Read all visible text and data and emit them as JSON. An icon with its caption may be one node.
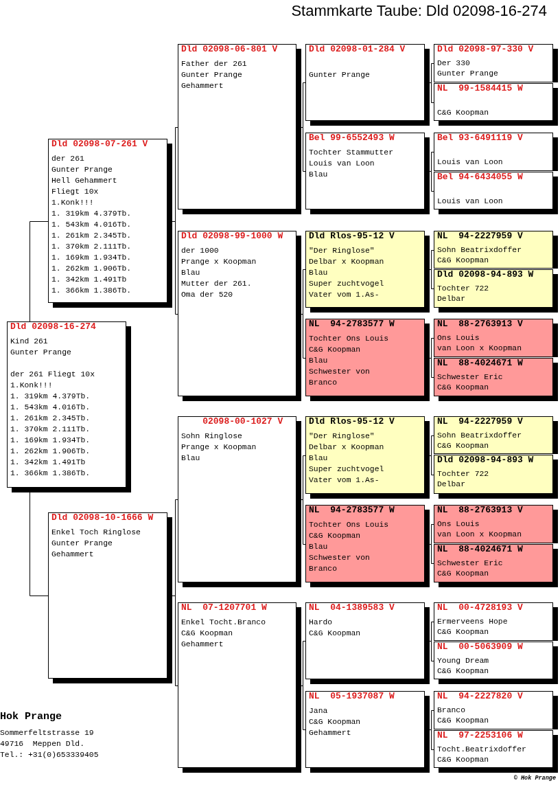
{
  "diagram": {
    "title": "Stammkarte Taube: Dld 02098-16-274",
    "nodes": [
      {
        "text": [
          "Dld 02098-16-274",
          "Kind 261",
          "Gunter Prange",
          "der 261 Fliegt 10x",
          "1.Konk!!!",
          "1. 319km 4.379Tb.",
          "1. 543km 4.016Tb.",
          "1. 261km 2.345Tb.",
          "1. 370km 2.111Tb.",
          "1. 169km 1.934Tb.",
          "1. 262km 1.906Tb.",
          "1. 342km 1.491Tb",
          "1. 366km 1.386Tb."
        ]
      },
      {
        "text": [
          "Dld 02098-07-261 V",
          "der 261",
          "Gunter Prange",
          "Hell Gehammert",
          "Fliegt 10x",
          "1.Konk!!!",
          "1. 319km 4.379Tb.",
          "1. 543km 4.016Tb.",
          "1. 261km 2.345Tb.",
          "1. 370km 2.111Tb.",
          "1. 169km 1.934Tb.",
          "1. 262km 1.906Tb.",
          "1. 342km 1.491Tb",
          "1. 366km 1.386Tb."
        ]
      },
      {
        "text": [
          "Dld 02098-10-1666 W",
          "Enkel Toch Ringlose",
          "Gunter Prange",
          "Gehammert"
        ]
      },
      {
        "text": [
          "Dld 02098-06-801 V",
          "Father der 261",
          "Gunter Prange",
          "Gehammert"
        ]
      },
      {
        "text": [
          "Dld 02098-99-1000 W",
          "der 1000",
          "Prange x Koopman",
          "Blau",
          "Mutter der 261.",
          "Oma der 520"
        ]
      },
      {
        "text": [
          "02098-00-1027 V",
          "Sohn Ringlose",
          "Prange x Koopman",
          "Blau"
        ]
      },
      {
        "text": [
          "NL  07-1207701 W",
          "Enkel Tocht.Branco",
          "C&G Koopman",
          "Gehammert"
        ]
      },
      {
        "text": [
          "Dld 02098-01-284 V",
          "Gunter Prange"
        ]
      },
      {
        "text": [
          "Bel 99-6552493 W",
          "Tochter Stammutter",
          "Louis van Loon",
          "Blau"
        ]
      },
      {
        "text": [
          "Dld Rlos-95-12 V",
          "\"Der Ringlose\"",
          "Delbar x Koopman",
          "Blau",
          "Super zuchtvogel",
          "Vater vom 1.As-"
        ]
      },
      {
        "text": [
          "NL  94-2783577 W",
          "Tochter Ons Louis",
          "C&G Koopman",
          "Blau",
          "Schwester von Branco"
        ]
      },
      {
        "text": [
          "Dld Rlos-95-12 V",
          "\"Der Ringlose\"",
          "Delbar x Koopman",
          "Blau",
          "Super zuchtvogel",
          "Vater vom 1.As-"
        ]
      },
      {
        "text": [
          "NL  94-2783577 W",
          "Tochter Ons Louis",
          "C&G Koopman",
          "Blau",
          "Schwester von Branco"
        ]
      },
      {
        "text": [
          "NL  04-1389583 V",
          "Hardo",
          "C&G Koopman"
        ]
      },
      {
        "text": [
          "NL  05-1937087 W",
          "Jana",
          "C&G Koopman",
          "Gehammert"
        ]
      },
      {
        "text": [
          "Dld 02098-97-330 V",
          "Der 330",
          "Gunter Prange"
        ]
      },
      {
        "text": [
          "NL  99-1584415 W",
          "C&G Koopman"
        ]
      },
      {
        "text": [
          "Bel 93-6491119 V",
          "Louis van Loon"
        ]
      },
      {
        "text": [
          "Bel 94-6434055 W",
          "Louis van Loon"
        ]
      },
      {
        "text": [
          "NL  94-2227959 V",
          "Sohn Beatrixdoffer",
          "C&G Koopman"
        ]
      },
      {
        "text": [
          "Dld 02098-94-893 W",
          "Tochter 722",
          "Delbar"
        ]
      },
      {
        "text": [
          "NL  88-2763913 V",
          "Ons Louis",
          "van Loon x Koopman"
        ]
      },
      {
        "text": [
          "NL  88-4024671 W",
          "Schwester Eric",
          "C&G Koopman"
        ]
      },
      {
        "text": [
          "NL  94-2227959 V",
          "Sohn Beatrixdoffer",
          "C&G Koopman"
        ]
      },
      {
        "text": [
          "Dld 02098-94-893 W",
          "Tochter 722",
          "Delbar"
        ]
      },
      {
        "text": [
          "NL  88-2763913 V",
          "Ons Louis",
          "van Loon x Koopman"
        ]
      },
      {
        "text": [
          "NL  88-4024671 W",
          "Schwester Eric",
          "C&G Koopman"
        ]
      },
      {
        "text": [
          "NL  00-4728193 V",
          "Ermerveens Hope",
          "C&G Koopman"
        ]
      },
      {
        "text": [
          "NL  00-5063909 W",
          "Young Dream",
          "C&G Koopman"
        ]
      },
      {
        "text": [
          "NL  94-2227820 V",
          "Branco",
          "C&G Koopman"
        ]
      },
      {
        "text": [
          "NL  97-2253106 W",
          "Tocht.Beatrixdoffer",
          "C&G Koopman"
        ]
      }
    ],
    "edges": [
      {
        "from": 0,
        "to": 1,
        "arrow": "none"
      },
      {
        "from": 0,
        "to": 2,
        "arrow": "none"
      },
      {
        "from": 1,
        "to": 3,
        "arrow": "none"
      },
      {
        "from": 1,
        "to": 4,
        "arrow": "none"
      },
      {
        "from": 2,
        "to": 5,
        "arrow": "none"
      },
      {
        "from": 2,
        "to": 6,
        "arrow": "none"
      },
      {
        "from": 3,
        "to": 7,
        "arrow": "none"
      },
      {
        "from": 3,
        "to": 8,
        "arrow": "none"
      },
      {
        "from": 4,
        "to": 9,
        "arrow": "none"
      },
      {
        "from": 4,
        "to": 10,
        "arrow": "none"
      },
      {
        "from": 5,
        "to": 11,
        "arrow": "none"
      },
      {
        "from": 5,
        "to": 12,
        "arrow": "none"
      },
      {
        "from": 6,
        "to": 13,
        "arrow": "none"
      },
      {
        "from": 6,
        "to": 14,
        "arrow": "none"
      },
      {
        "from": 7,
        "to": 15,
        "arrow": "none"
      },
      {
        "from": 7,
        "to": 16,
        "arrow": "none"
      },
      {
        "from": 8,
        "to": 17,
        "arrow": "none"
      },
      {
        "from": 8,
        "to": 18,
        "arrow": "none"
      },
      {
        "from": 9,
        "to": 19,
        "arrow": "none"
      },
      {
        "from": 9,
        "to": 20,
        "arrow": "none"
      },
      {
        "from": 10,
        "to": 21,
        "arrow": "none"
      },
      {
        "from": 10,
        "to": 22,
        "arrow": "none"
      },
      {
        "from": 11,
        "to": 23,
        "arrow": "none"
      },
      {
        "from": 11,
        "to": 24,
        "arrow": "none"
      },
      {
        "from": 12,
        "to": 25,
        "arrow": "none"
      },
      {
        "from": 12,
        "to": 26,
        "arrow": "none"
      },
      {
        "from": 13,
        "to": 27,
        "arrow": "none"
      },
      {
        "from": 13,
        "to": 28,
        "arrow": "none"
      },
      {
        "from": 14,
        "to": 29,
        "arrow": "none"
      },
      {
        "from": 14,
        "to": 30,
        "arrow": "none"
      }
    ],
    "labels": [
      "Hok Prange",
      "Sommerfeltstrasse 19",
      "49716  Meppen Dld.",
      "Tel.: +31(0)653339405",
      "© Hok Prange"
    ]
  }
}
